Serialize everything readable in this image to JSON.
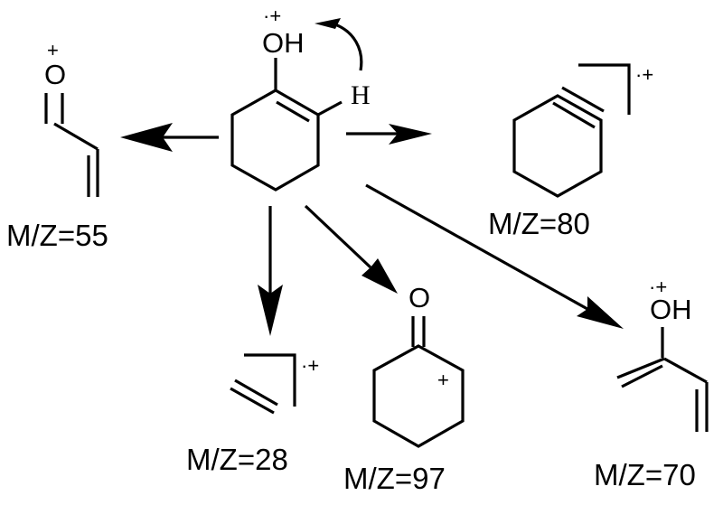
{
  "title": "Fragmentation of protonated cyclohexenol radical cation",
  "parent": {
    "oh_label": "OH",
    "charge": "·+",
    "h_label": "H"
  },
  "fragments": [
    {
      "id": "acrolein",
      "atom_label": "O",
      "charge": "+",
      "mz_label": "M/Z=55"
    },
    {
      "id": "cyclohexyne",
      "charge": "·+",
      "mz_label": "M/Z=80"
    },
    {
      "id": "ethylene",
      "charge": "·+",
      "mz_label": "M/Z=28"
    },
    {
      "id": "cyclohexanone-cation",
      "atom_label": "O",
      "charge": "+",
      "mz_label": "M/Z=97"
    },
    {
      "id": "butadienol",
      "atom_label": "OH",
      "charge": "·+",
      "mz_label": "M/Z=70"
    }
  ]
}
